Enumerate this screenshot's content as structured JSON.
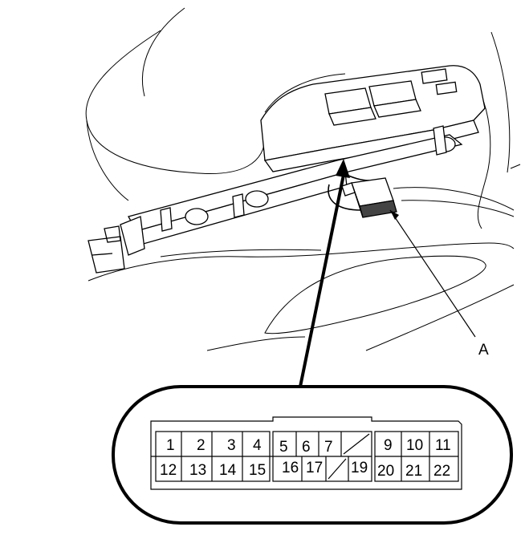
{
  "callout": {
    "label": "A"
  },
  "connector": {
    "top_row": [
      "1",
      "2",
      "3",
      "4",
      "5",
      "6",
      "7",
      "",
      "9",
      "10",
      "11"
    ],
    "bottom_row": [
      "12",
      "13",
      "14",
      "15",
      "16",
      "17",
      "",
      "19",
      "20",
      "21",
      "22"
    ],
    "blank_cavities": [
      "8",
      "18"
    ]
  },
  "colors": {
    "line": "#000000",
    "background": "#ffffff"
  }
}
